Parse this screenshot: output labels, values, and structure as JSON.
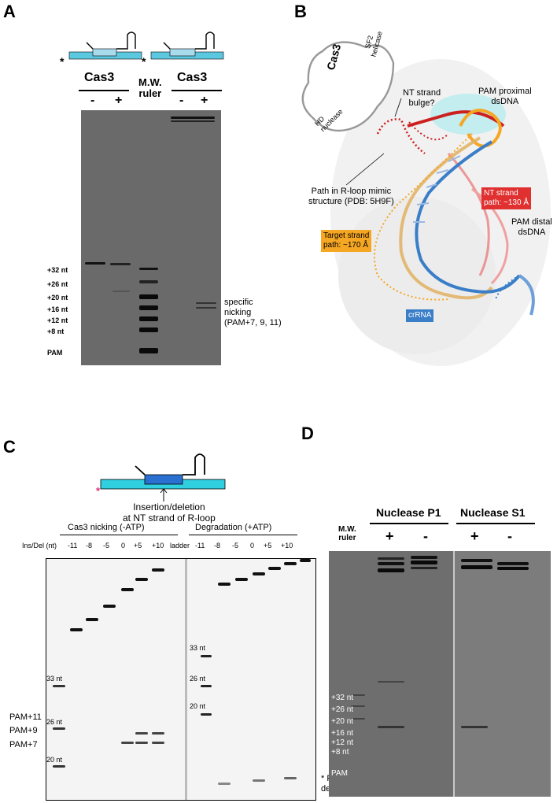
{
  "panels": {
    "a": "A",
    "b": "B",
    "c": "C",
    "d": "D"
  },
  "panel_a": {
    "asterisk_left": "*",
    "asterisk_right": "*",
    "cas3_left": "Cas3",
    "cas3_right": "Cas3",
    "mw_ruler_line1": "M.W.",
    "mw_ruler_line2": "ruler",
    "lane_minus_left": "-",
    "lane_plus_left": "+",
    "lane_minus_right": "-",
    "lane_plus_right": "+",
    "markers": [
      "+32 nt",
      "+26 nt",
      "+20 nt",
      "+16 nt",
      "+12 nt",
      "+8 nt",
      "PAM"
    ],
    "nicking_line1": "specific",
    "nicking_line2": "nicking",
    "nicking_line3": "(PAM+7, 9, 11)"
  },
  "panel_b": {
    "cas3": "Cas3",
    "sf2_line1": "SF2",
    "sf2_line2": "helicase",
    "hd_line1": "HD",
    "hd_line2": "nuclease",
    "nt_bulge_line1": "NT strand",
    "nt_bulge_line2": "bulge?",
    "pam_prox_line1": "PAM proximal",
    "pam_prox_line2": "dsDNA",
    "path_line1": "Path in R-loop mimic",
    "path_line2": "structure (PDB: 5H9F)",
    "nt_path_line1": "NT strand",
    "nt_path_line2": "path: ~130 Å",
    "target_line1": "Target strand",
    "target_line2": "path: ~170 Å",
    "pam_distal_line1": "PAM distal",
    "pam_distal_line2": "dsDNA",
    "crrna": "crRNA"
  },
  "panel_c": {
    "asterisk": "*",
    "indel_line1": "Insertion/deletion",
    "indel_line2": "at NT strand of R-loop",
    "header_nicking": "Cas3 nicking  (-ATP)",
    "header_degradation": "Degradation  (+ATP)",
    "insdel_label": "Ins/Del (nt)",
    "lanes_left": [
      "-11",
      "-8",
      "-5",
      "0",
      "+5",
      "+10"
    ],
    "ladder": "ladder",
    "lanes_right": [
      "-11",
      "-8",
      "-5",
      "0",
      "+5",
      "+10"
    ],
    "left_markers": [
      "33 nt",
      "26 nt",
      "20 nt"
    ],
    "right_markers": [
      "33 nt",
      "26 nt",
      "20 nt"
    ],
    "pam_labels": [
      "PAM+11",
      "PAM+9",
      "PAM+7"
    ],
    "processive_line1": "* Pocessive",
    "processive_line2": "degradation"
  },
  "panel_d": {
    "nuclease_p1": "Nuclease P1",
    "nuclease_s1": "Nuclease S1",
    "mw_line1": "M.W.",
    "mw_line2": "ruler",
    "p1_plus": "+",
    "p1_minus": "-",
    "s1_plus": "+",
    "s1_minus": "-",
    "markers": [
      "+32 nt",
      "+26 nt",
      "+20 nt",
      "+16 nt",
      "+12 nt",
      "+8 nt",
      "PAM"
    ]
  },
  "colors": {
    "cyan": "#5bc8e0",
    "red": "#e03030",
    "orange": "#f5a623",
    "blue": "#3a7ec8",
    "pink": "#e08080",
    "gel_dark": "#6e6e6e"
  }
}
